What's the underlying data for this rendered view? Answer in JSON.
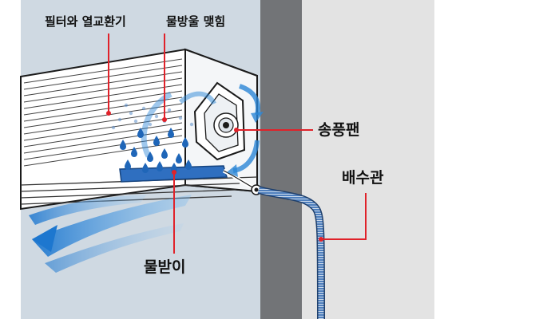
{
  "labels": {
    "filter_heat_exchanger": "필터와 열교환기",
    "condensation": "물방울 맺힘",
    "blower_fan": "송풍팬",
    "drain_pipe": "배수관",
    "drip_tray": "물받이"
  },
  "colors": {
    "room_background": "#cfd9e2",
    "wall_column": "#727477",
    "outside_background": "#e3e3e3",
    "airflow": "#2a86d6",
    "water_drop": "#1f66b8",
    "leader_line": "#e0222a",
    "drain_hose": "#3a69a8"
  }
}
